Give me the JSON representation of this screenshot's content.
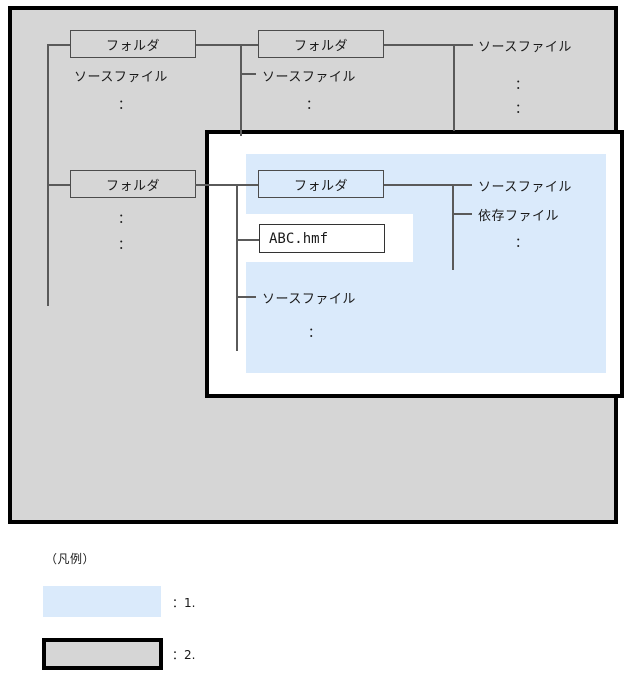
{
  "diagram": {
    "outer_region": {
      "name": "product-scope",
      "fill": "#d6d6d6",
      "border": "#000000"
    },
    "inner_region": {
      "name": "overlay-scope",
      "fill": "#ffffff",
      "border": "#000000"
    },
    "highlight": {
      "name": "target-highlight",
      "fill": "#daeafb"
    },
    "tree": {
      "row1": {
        "folder1_label": "フォルダ",
        "folder1_child_label": "ソースファイル",
        "folder1_child_dots": "：",
        "folder2_label": "フォルダ",
        "folder2_child_label": "ソースファイル",
        "folder2_child_dots": "：",
        "leaf_label": "ソースファイル",
        "leaf_dots_1": "：",
        "leaf_dots_2": "："
      },
      "row2": {
        "folder3_label": "フォルダ",
        "folder3_dots_1": "：",
        "folder3_dots_2": "：",
        "folder4_label": "フォルダ",
        "file_label": "ABC.hmf",
        "source_label": "ソースファイル",
        "source_dots": "：",
        "leaf_source_label": "ソースファイル",
        "leaf_dependent_label": "依存ファイル",
        "leaf_dots": "："
      }
    }
  },
  "legend": {
    "title": "（凡例）",
    "items": [
      {
        "swatch": "blue",
        "label": "：1."
      },
      {
        "swatch": "gray",
        "label": "：2."
      }
    ]
  }
}
